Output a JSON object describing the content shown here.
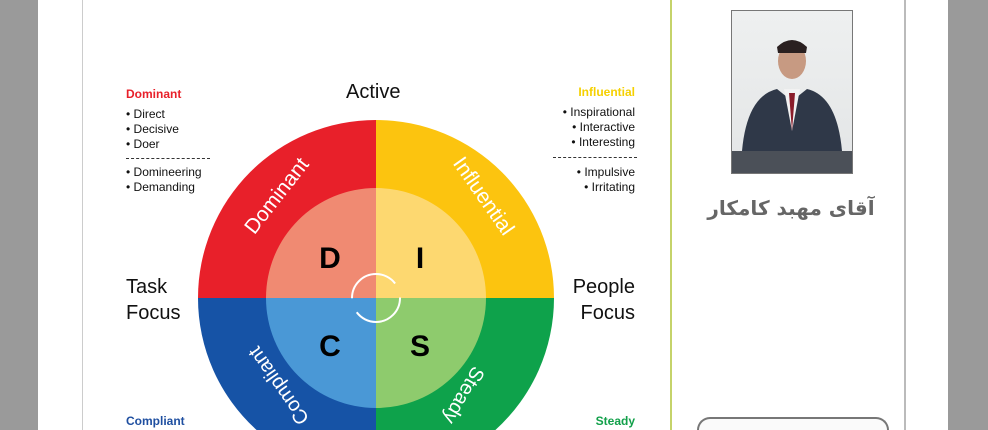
{
  "diagram": {
    "axis_top": "Active",
    "axis_left": [
      "Task",
      "Focus"
    ],
    "axis_right": [
      "People",
      "Focus"
    ],
    "quadrants": [
      {
        "letter": "D",
        "arc_label": "Dominant",
        "color": "#e8202a",
        "inner": "#f08a72"
      },
      {
        "letter": "I",
        "arc_label": "Influential",
        "color": "#fcc40f",
        "inner": "#fdd870"
      },
      {
        "letter": "C",
        "arc_label": "Compliant",
        "color": "#1653a6",
        "inner": "#4a98d6"
      },
      {
        "letter": "S",
        "arc_label": "Steady",
        "color": "#0ea24b",
        "inner": "#8ecb6d"
      }
    ],
    "dominant": {
      "title": "Dominant",
      "color": "#e8202a",
      "items": [
        "Direct",
        "Decisive",
        "Doer"
      ],
      "negatives": [
        "Domineering",
        "Demanding"
      ]
    },
    "influential": {
      "title": "Influential",
      "color": "#f5d000",
      "items": [
        "Inspirational",
        "Interactive",
        "Interesting"
      ],
      "negatives": [
        "Impulsive",
        "Irritating"
      ]
    },
    "compliant": {
      "title": "Compliant",
      "color": "#1f4fa0"
    },
    "steady": {
      "title": "Steady",
      "color": "#12a04a"
    }
  },
  "profile": {
    "name": "آقای مهبد کامکار"
  }
}
